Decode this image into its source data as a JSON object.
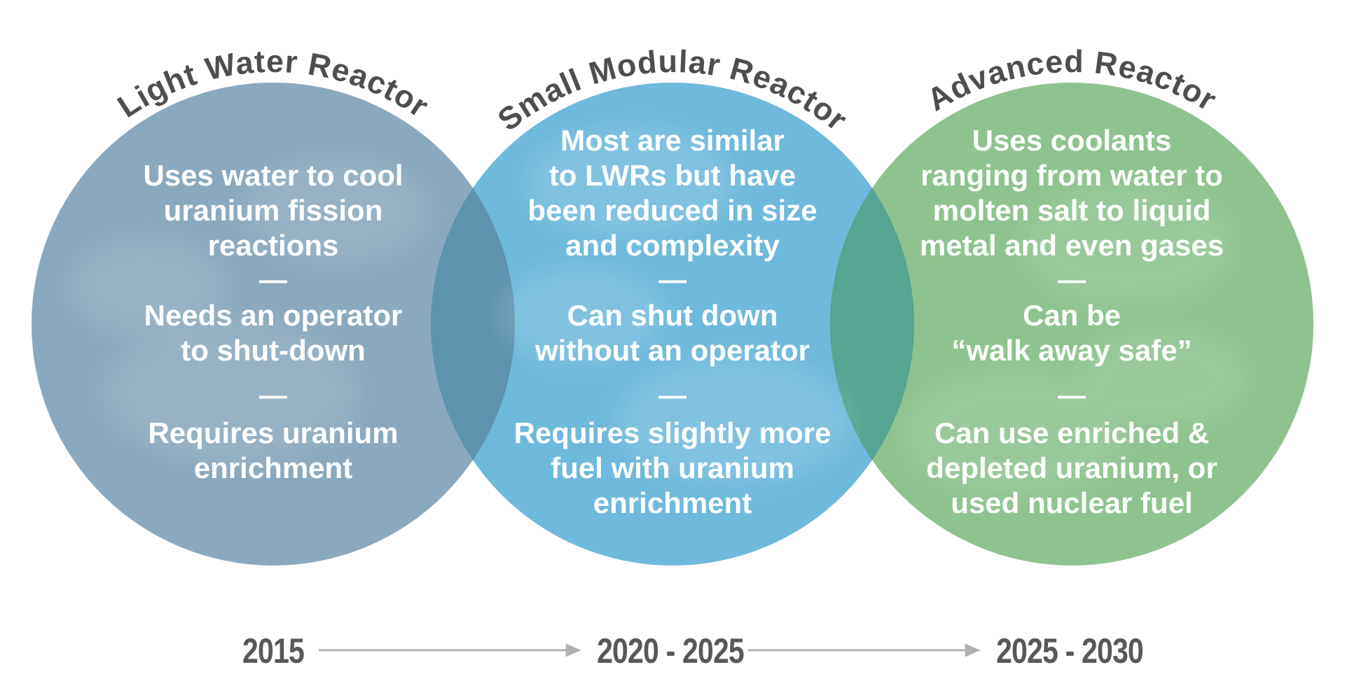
{
  "page": {
    "background_color": "#ffffff",
    "text_color": "#ffffff",
    "title_color": "#4d4e50",
    "year_color": "#57585a",
    "arrow_color": "#b0b0b2"
  },
  "separator": "—",
  "reactors": [
    {
      "title": "Light Water Reactor",
      "circle_color": "#8ba9be",
      "points": [
        "Uses water to cool\nuranium fission\nreactions",
        "Needs an operator\nto shut-down",
        "Requires uranium\nenrichment"
      ],
      "timeline_label": "2015"
    },
    {
      "title": "Small Modular Reactor",
      "circle_color": "#6fb9dc",
      "points": [
        "Most are similar\nto LWRs but have\nbeen reduced in size\nand complexity",
        "Can shut down\nwithout an operator",
        "Requires slightly more\nfuel with uranium\nenrichment"
      ],
      "timeline_label": "2020 - 2025"
    },
    {
      "title": "Advanced Reactor",
      "circle_color": "#8ec38f",
      "points": [
        "Uses coolants\nranging from water to\nmolten salt to liquid\nmetal and even gases",
        "Can be\n“walk away safe”",
        "Can use enriched &\ndepleted uranium, or\nused nuclear fuel"
      ],
      "timeline_label": "2025 - 2030"
    }
  ],
  "overlap_colors": {
    "lwr_smr": "#5e93ad",
    "smr_ar": "#56a492"
  }
}
